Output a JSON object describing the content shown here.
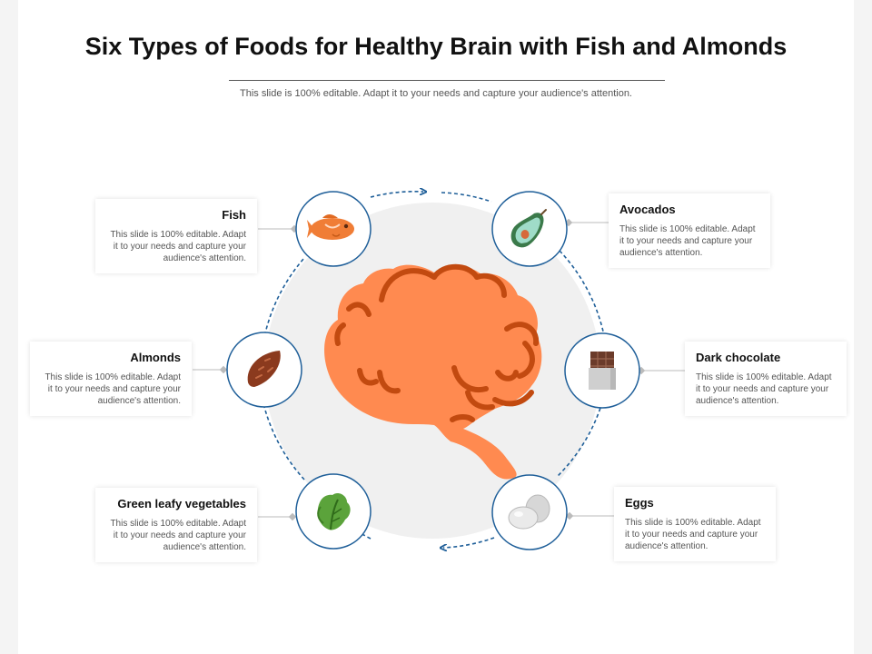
{
  "slide": {
    "title": "Six Types of Foods for Healthy Brain with Fish and Almonds",
    "subtitle": "This slide is 100% editable. Adapt it to your needs and capture your audience's attention."
  },
  "items": [
    {
      "title": "Fish",
      "description": "This slide is 100% editable. Adapt it to your needs and capture your audience's attention.",
      "icon": "fish-icon"
    },
    {
      "title": "Almonds",
      "description": "This slide is 100% editable. Adapt it to your needs and capture your audience's attention.",
      "icon": "almond-icon"
    },
    {
      "title": "Green leafy vegetables",
      "description": "This slide is 100% editable. Adapt it to your needs and capture your audience's attention.",
      "icon": "leafy-vegetable-icon"
    },
    {
      "title": "Avocados",
      "description": "This slide is 100% editable. Adapt it to your needs and capture your audience's attention.",
      "icon": "avocado-icon"
    },
    {
      "title": "Dark chocolate",
      "description": "This slide is 100% editable. Adapt it to your needs and capture your audience's attention.",
      "icon": "chocolate-icon"
    },
    {
      "title": "Eggs",
      "description": "This slide is 100% editable. Adapt it to your needs and capture your audience's attention.",
      "icon": "eggs-icon"
    }
  ],
  "colors": {
    "accent_blue": "#1f5f99",
    "brain_orange": "#ff8a50",
    "brain_outline": "#c24a10",
    "hub_grey": "#f0f0f0"
  }
}
